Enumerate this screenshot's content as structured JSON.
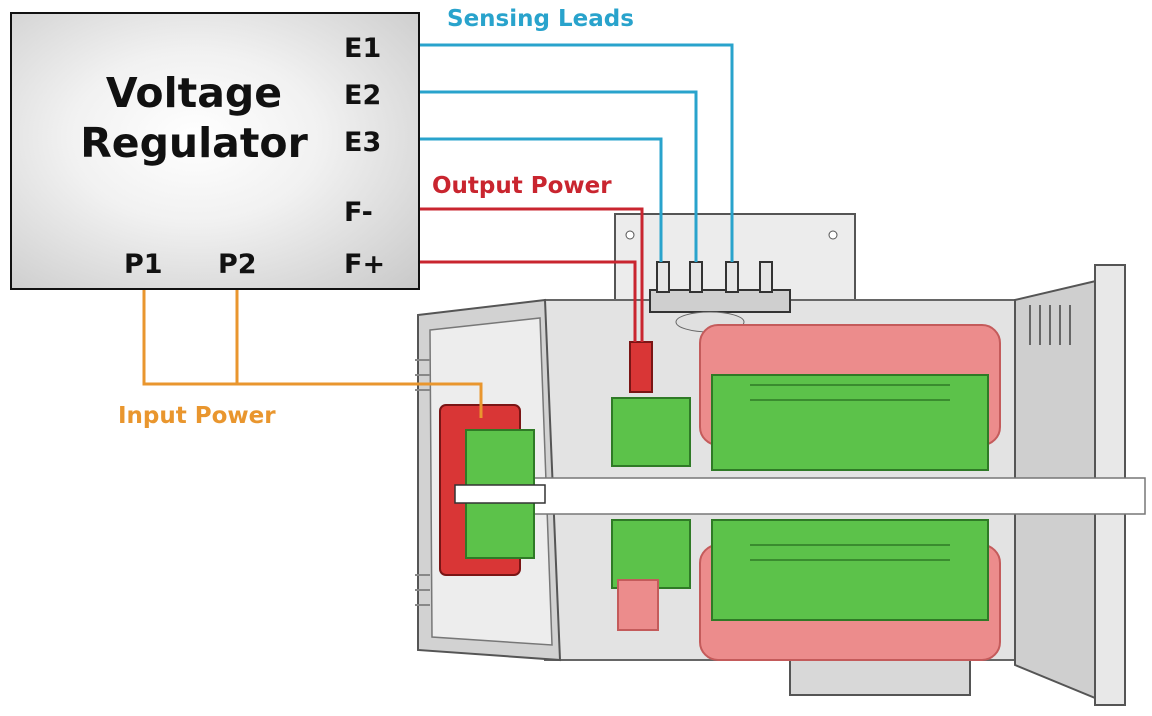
{
  "regulator": {
    "title_line1": "Voltage",
    "title_line2": "Regulator",
    "terminals": {
      "e1": "E1",
      "e2": "E2",
      "e3": "E3",
      "f_minus": "F-",
      "f_plus": "F+",
      "p1": "P1",
      "p2": "P2"
    }
  },
  "labels": {
    "sensing_leads": "Sensing Leads",
    "output_power": "Output Power",
    "input_power": "Input Power"
  },
  "colors": {
    "sensing": "#29a3cc",
    "output": "#c9252f",
    "input": "#e9962e",
    "exciter_stator_red": "#d93636",
    "rotor_green": "#5cc24a",
    "stator_red": "#ec8c8c",
    "housing_gray": "#d9d9d9"
  }
}
